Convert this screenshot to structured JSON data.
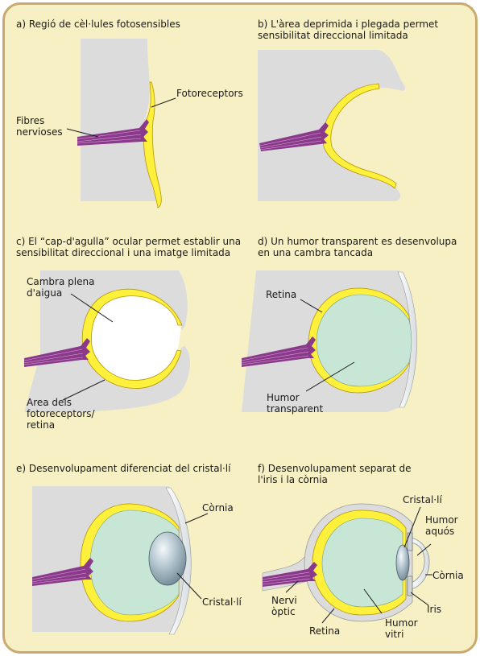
{
  "panels": {
    "a": {
      "title": [
        "a) Regió de cèl·lules fotosensibles"
      ],
      "labels": {
        "fibres": [
          "Fibres",
          "nervioses"
        ],
        "photo": [
          "Fotoreceptors"
        ]
      }
    },
    "b": {
      "title": [
        "b) L'àrea deprimida i plegada permet",
        "sensibilitat direccional limitada"
      ]
    },
    "c": {
      "title": [
        "c) El “cap-d'agulla” ocular permet establir una",
        "sensibilitat direccional i una imatge limitada"
      ],
      "labels": {
        "chamber": [
          "Cambra plena",
          "d'aigua"
        ],
        "area": [
          "Area dels",
          "fotoreceptors/",
          "retina"
        ]
      }
    },
    "d": {
      "title": [
        "d) Un humor transparent es desenvolupa",
        "en una cambra tancada"
      ],
      "labels": {
        "retina": [
          "Retina"
        ],
        "humor": [
          "Humor",
          "transparent"
        ]
      }
    },
    "e": {
      "title": [
        "e) Desenvolupament diferenciat del cristal·lí"
      ],
      "labels": {
        "cornea": [
          "Còrnia"
        ],
        "lens": [
          "Cristal·lí"
        ]
      }
    },
    "f": {
      "title": [
        "f) Desenvolupament separat de",
        "l'iris i la còrnia"
      ],
      "labels": {
        "lens": [
          "Cristal·lí"
        ],
        "aqueous": [
          "Humor",
          "aquós"
        ],
        "cornea": [
          "Còrnia"
        ],
        "iris": [
          "Iris"
        ],
        "nerve": [
          "Nervi",
          "òptic"
        ],
        "retina": [
          "Retina"
        ],
        "vitreous": [
          "Humor",
          "vitri"
        ]
      }
    }
  },
  "colors": {
    "background": "#f7f0c4",
    "frame": "#c9a96e",
    "tissue": "#dcdcdc",
    "retina": "#fff03c",
    "retina_edge": "#b49600",
    "nerve": "#8b3a8b",
    "humor": "#c8e6d6",
    "lens": "#9fb5c0"
  }
}
